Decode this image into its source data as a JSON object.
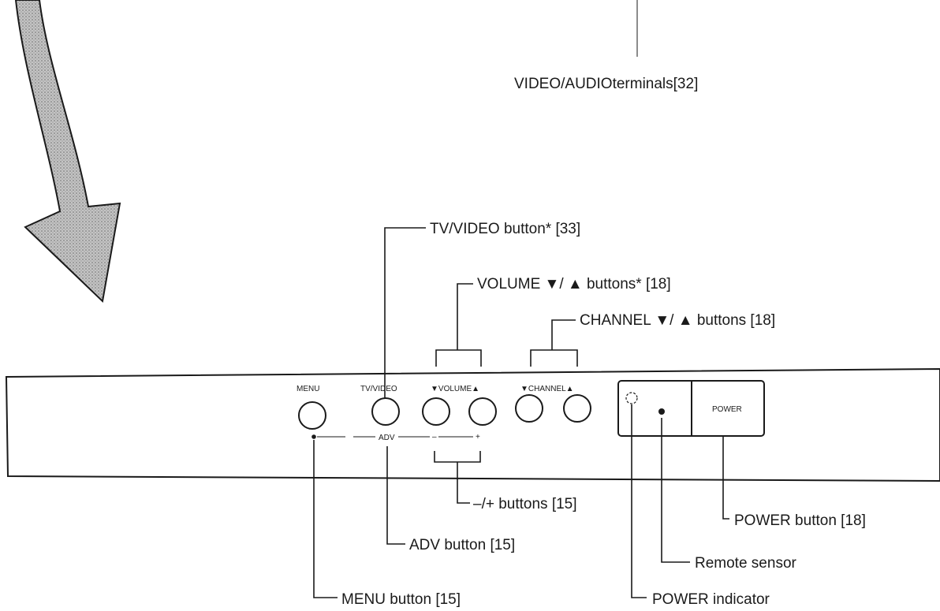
{
  "callouts": {
    "video_audio_terminals": "VIDEO/AUDIOterminals[32]",
    "tv_video_button": "TV/VIDEO button* [33]",
    "volume_buttons": "VOLUME ▼/ ▲ buttons* [18]",
    "channel_buttons": "CHANNEL ▼/ ▲ buttons [18]",
    "minus_plus_buttons": "–/+ buttons [15]",
    "adv_button": "ADV button [15]",
    "menu_button": "MENU button [15]",
    "power_button": "POWER button [18]",
    "remote_sensor": "Remote sensor",
    "power_indicator": "POWER indicator"
  },
  "panel": {
    "menu_label": "MENU",
    "tv_video_label": "TV/VIDEO",
    "volume_label": "▼VOLUME▲",
    "channel_label": "▼CHANNEL▲",
    "power_label": "POWER",
    "adv_label": "ADV",
    "minus_label": "–",
    "plus_label": "+"
  },
  "colors": {
    "ink": "#1a1a1a",
    "arrow_shading": "#9a9a9a",
    "background": "#ffffff"
  },
  "icons": {
    "arrow": "curved-down-arrow-icon"
  }
}
